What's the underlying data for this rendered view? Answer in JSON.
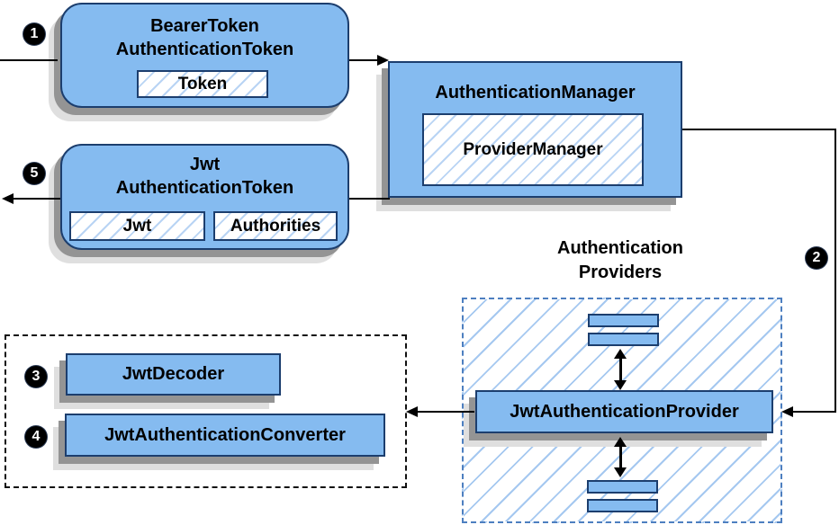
{
  "colors": {
    "box_fill": "#85bbf0",
    "box_border": "#1c3e6e",
    "hatch": "#b9d4f4",
    "dashed_border": "#4d7fc0",
    "shadow_dark": "#949494",
    "shadow_light": "#dfdfdf"
  },
  "badges": {
    "step1": "1",
    "step2": "2",
    "step3": "3",
    "step4": "4",
    "step5": "5"
  },
  "nodes": {
    "bearer_token_authentication_token": {
      "line1": "BearerToken",
      "line2": "AuthenticationToken",
      "token_chip": "Token"
    },
    "authentication_manager": {
      "title": "AuthenticationManager",
      "provider_manager_chip": "ProviderManager"
    },
    "jwt_authentication_token": {
      "line1": "Jwt",
      "line2": "AuthenticationToken",
      "jwt_chip": "Jwt",
      "authorities_chip": "Authorities"
    },
    "authentication_providers_label": {
      "line1": "Authentication",
      "line2": "Providers"
    },
    "jwt_authentication_provider": {
      "title": "JwtAuthenticationProvider"
    },
    "jwt_decoder": {
      "title": "JwtDecoder"
    },
    "jwt_authentication_converter": {
      "title": "JwtAuthenticationConverter"
    }
  }
}
